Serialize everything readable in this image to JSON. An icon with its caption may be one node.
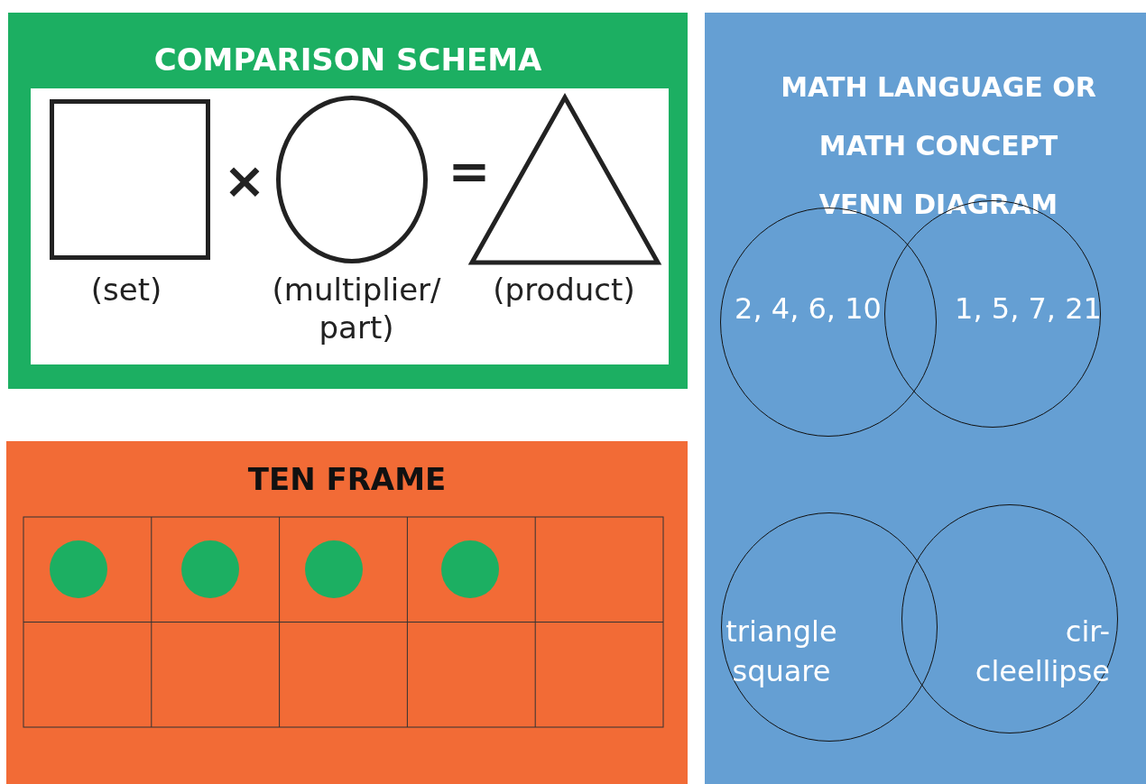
{
  "diagram": {
    "nodes": [
      {
        "text": [
          "COMPARISON SCHEMA"
        ]
      },
      {
        "text": [],
        "shape": "box",
        "in": 0,
        "beside": [
          "(set)"
        ]
      },
      {
        "text": [],
        "shape": "circle",
        "in": 0,
        "beside": [
          "(multiplier/ part)"
        ]
      },
      {
        "text": [],
        "shape": "triangle",
        "in": 0,
        "beside": [
          "(product)"
        ]
      },
      {
        "text": [
          "TEN FRAME"
        ]
      },
      {
        "text": [
          "MATH LANGUAGE OR MATH CONCEPT VENN DIAGRAM"
        ]
      },
      {
        "text": [
          "2, 4, 6, 10"
        ],
        "in": 5
      },
      {
        "text": [
          "1, 5, 7, 21"
        ],
        "in": 5
      },
      {
        "text": [
          "triangle square"
        ],
        "in": 5
      },
      {
        "text": [
          "cir- cleellipse"
        ],
        "in": 5
      }
    ],
    "edges": [],
    "labels": [
      "×",
      "="
    ]
  }
}
